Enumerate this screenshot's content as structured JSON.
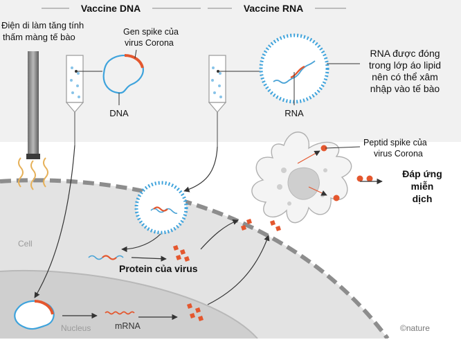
{
  "headers": {
    "dna": "Vaccine DNA",
    "rna": "Vaccine RNA"
  },
  "labels": {
    "electro_line1": "Điện di làm tăng tính",
    "electro_line2": "thấm màng tế bào",
    "gene_line1": "Gen spike của",
    "gene_line2": "virus Corona",
    "dna": "DNA",
    "rna": "RNA",
    "rna_desc_line1": "RNA được đóng",
    "rna_desc_line2": "trong lớp áo lipid",
    "rna_desc_line3": "nên có thể xâm",
    "rna_desc_line4": "nhập vào tế bào",
    "peptide_line1": "Peptid spike của",
    "peptide_line2": "virus Corona",
    "response_line1": "Đáp ứng",
    "response_line2": "miễn",
    "response_line3": "dịch",
    "cell": "Cell",
    "protein": "Protein của virus",
    "nucleus": "Nucleus",
    "mrna": "mRNA",
    "credit": "©nature"
  },
  "colors": {
    "top_band": "#f1f1f1",
    "cell_fill": "#e3e3e3",
    "nucleus_fill": "#cfcfcf",
    "membrane_dash": "#8d8d8d",
    "lipid_blue": "#3ea3dc",
    "spike_orange": "#e4572e",
    "strand_blue": "#4aa3d6",
    "arrow": "#333333",
    "text": "#111111"
  }
}
